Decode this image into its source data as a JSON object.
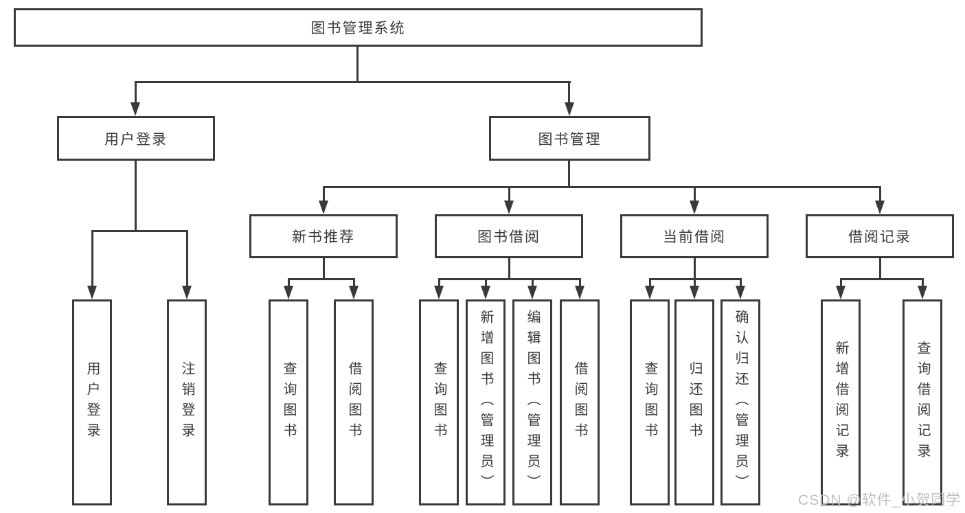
{
  "nodes": {
    "root": {
      "label": "图书管理系统"
    },
    "user_login": {
      "label": "用户登录"
    },
    "book_mgmt": {
      "label": "图书管理"
    },
    "new_book_rec": {
      "label": "新书推荐"
    },
    "book_borrow": {
      "label": "图书借阅"
    },
    "current_borrow": {
      "label": "当前借阅"
    },
    "borrow_records": {
      "label": "借阅记录"
    }
  },
  "leaves": [
    {
      "label": "用户登录",
      "parent": "用户登录"
    },
    {
      "label": "注销登录",
      "parent": "用户登录"
    },
    {
      "label": "查询图书",
      "parent": "新书推荐"
    },
    {
      "label": "借阅图书",
      "parent": "新书推荐"
    },
    {
      "label": "查询图书",
      "parent": "图书借阅"
    },
    {
      "label": "新增图书（管理员）",
      "parent": "图书借阅"
    },
    {
      "label": "编辑图书（管理员）",
      "parent": "图书借阅"
    },
    {
      "label": "借阅图书",
      "parent": "图书借阅"
    },
    {
      "label": "查询图书",
      "parent": "当前借阅"
    },
    {
      "label": "归还图书",
      "parent": "当前借阅"
    },
    {
      "label": "确认归还（管理员）",
      "parent": "当前借阅"
    },
    {
      "label": "新增借阅记录",
      "parent": "借阅记录"
    },
    {
      "label": "查询借阅记录",
      "parent": "借阅记录"
    }
  ],
  "watermark": {
    "text": "CSDN @软件_小贺同学"
  },
  "colors": {
    "line": "#3a3a3a",
    "box_border": "#3a3a3a",
    "text": "#3a3a3a",
    "watermark": "#bcbcbc",
    "background": "#ffffff"
  }
}
